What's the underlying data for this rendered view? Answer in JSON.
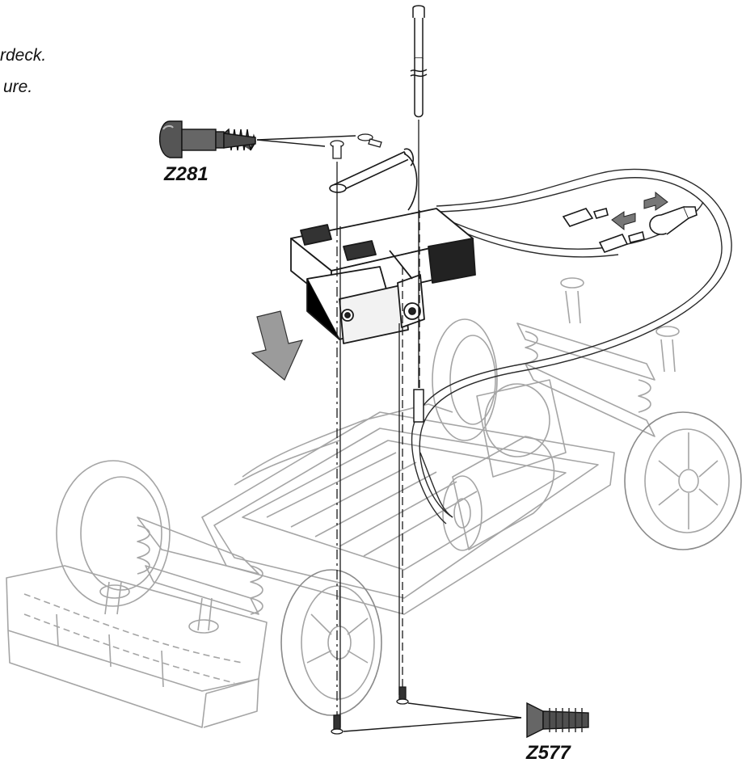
{
  "instructions": {
    "line1": "rdeck.",
    "line2": "ure."
  },
  "parts": {
    "upper_screw": {
      "code": "Z281",
      "icon": "shoulder-screw-icon"
    },
    "lower_screw": {
      "code": "Z577",
      "icon": "countersunk-screw-icon"
    }
  },
  "colors": {
    "line": "#1a1a1a",
    "faint": "#9a9a9a",
    "arrow_fill": "#9b9b9b",
    "screw_fill": "#5a5a5a"
  }
}
